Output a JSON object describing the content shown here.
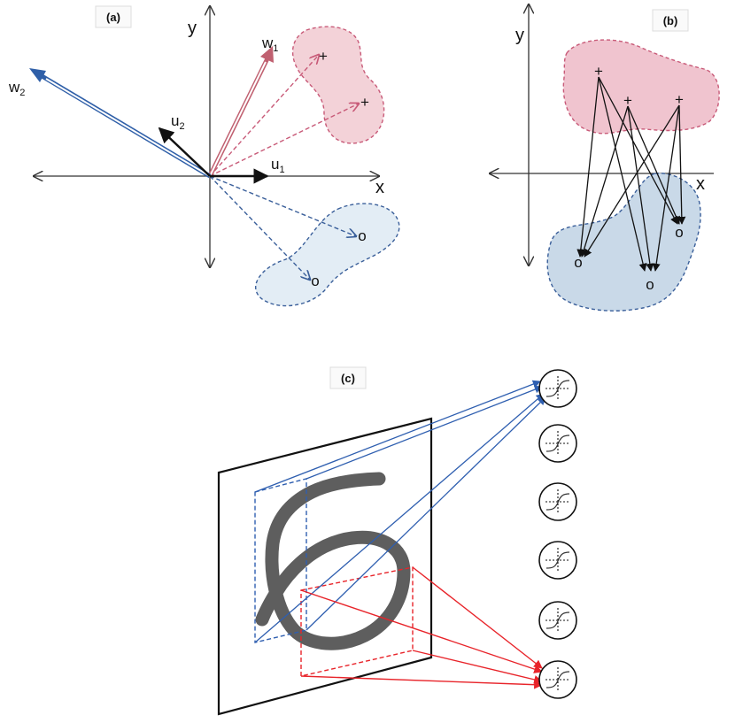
{
  "panels": {
    "a": {
      "tag": "(a)",
      "axis_x": "x",
      "axis_y": "y",
      "vectors": {
        "w1": {
          "base": "w",
          "sub": "1"
        },
        "w2": {
          "base": "w",
          "sub": "2"
        },
        "u1": {
          "base": "u",
          "sub": "1"
        },
        "u2": {
          "base": "u",
          "sub": "2"
        }
      },
      "points_plus": [
        "+",
        "+"
      ],
      "points_o": [
        "o",
        "o"
      ]
    },
    "b": {
      "tag": "(b)",
      "axis_x": "x",
      "axis_y": "y",
      "points_plus": [
        "+",
        "+",
        "+"
      ],
      "points_o": [
        "o",
        "o",
        "o"
      ]
    },
    "c": {
      "tag": "(c)",
      "neuron_count": 6
    }
  },
  "colors": {
    "positive_fill": "#f3d2d8",
    "positive_border": "#c85a78",
    "negative_fill": "#e3edf5",
    "negative_fill_b": "#c9d9e8",
    "negative_border": "#3a5f9a",
    "w1_arrow": "#c06070",
    "w2_arrow": "#2f5fa8",
    "blue_lines": "#2f5fb0",
    "red_lines": "#e8242a",
    "digit_stroke": "#5e5e5e"
  },
  "icons": {
    "neuron": "sigmoid-neuron-icon"
  }
}
